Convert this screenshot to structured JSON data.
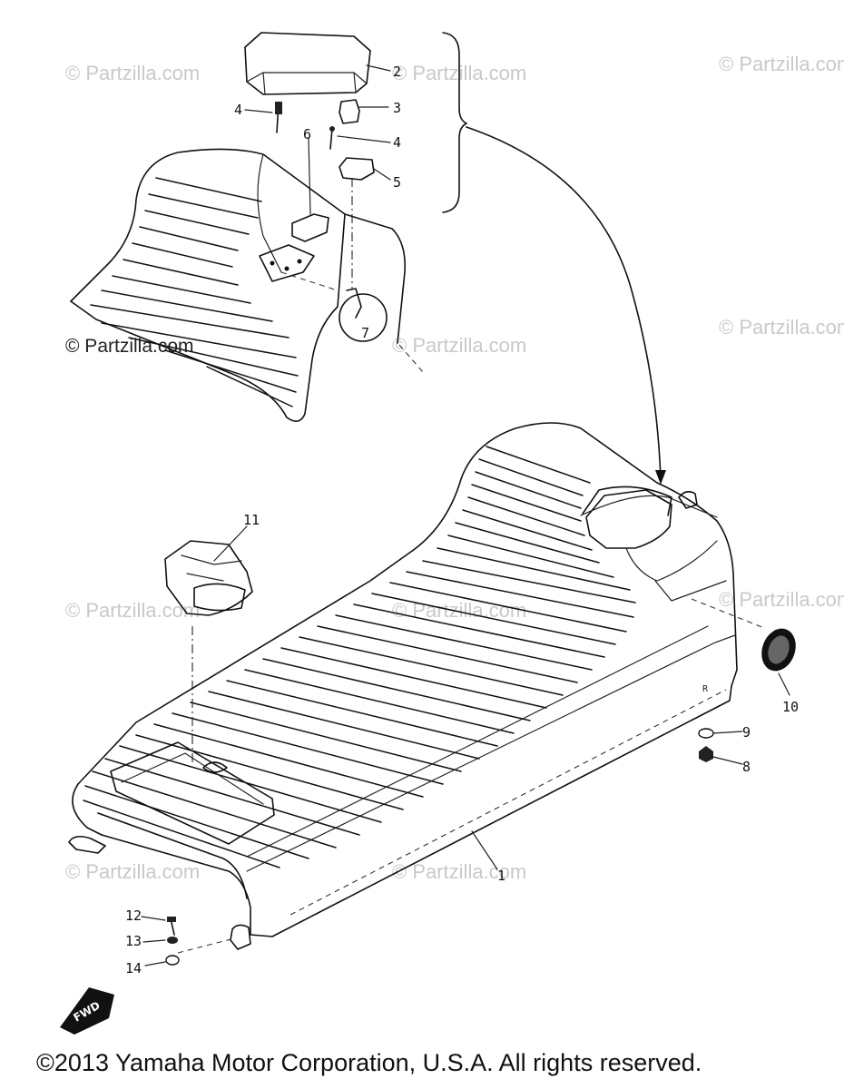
{
  "watermarks": [
    "© Partzilla.com",
    "© Partzilla.com",
    "© Partzilla.com",
    "© Partzilla.com",
    "© Partzilla.com",
    "© Partzilla.com",
    "© Partzilla.com",
    "© Partzilla.com",
    "© Partzilla.com",
    "© Partzilla.com",
    "© Partzilla.com"
  ],
  "callouts": {
    "c1": "1",
    "c2": "2",
    "c3": "3",
    "c4a": "4",
    "c4b": "4",
    "c5": "5",
    "c6": "6",
    "c7": "7",
    "c8": "8",
    "c9": "9",
    "c10": "10",
    "c11": "11",
    "c12": "12",
    "c13": "13",
    "c14": "14"
  },
  "fwd_label": "FWD",
  "copyright": "©2013 Yamaha Motor Corporation, U.S.A. All rights reserved."
}
